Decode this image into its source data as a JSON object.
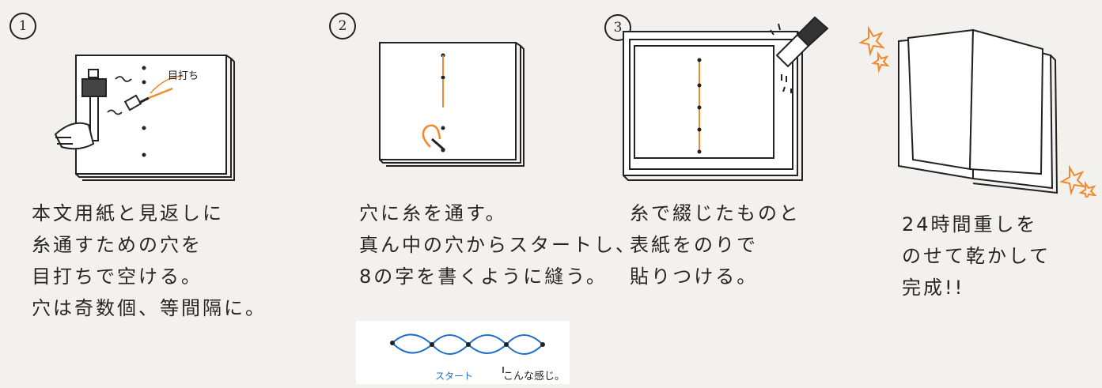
{
  "steps": [
    {
      "number": "1",
      "label_awl": "目打ち",
      "caption": [
        "本文用紙と見返しに",
        "糸通すための穴を",
        "目打ちで空ける。",
        "穴は奇数個、等間隔に。"
      ]
    },
    {
      "number": "2",
      "caption": [
        "穴に糸を通す。",
        "真ん中の穴からスタートし、",
        "8の字を書くように縫う。"
      ],
      "diagram_start": "スタート",
      "diagram_note": "こんな感じ。"
    },
    {
      "number": "3",
      "caption": [
        "糸で綴じたものと",
        "表紙をのりで",
        "貼りつける。"
      ]
    },
    {
      "number": "",
      "caption": [
        "24時間重しを",
        "のせて乾かして",
        "完成!!"
      ]
    }
  ],
  "colors": {
    "ink": "#222222",
    "thread": "#f08a2c",
    "diagram_blue": "#1f6fc9",
    "paper": "#f2f1ee"
  },
  "icons": [
    "hammer-icon",
    "awl-icon",
    "hand-icon",
    "glue-brush-icon",
    "sparkle-icon"
  ]
}
